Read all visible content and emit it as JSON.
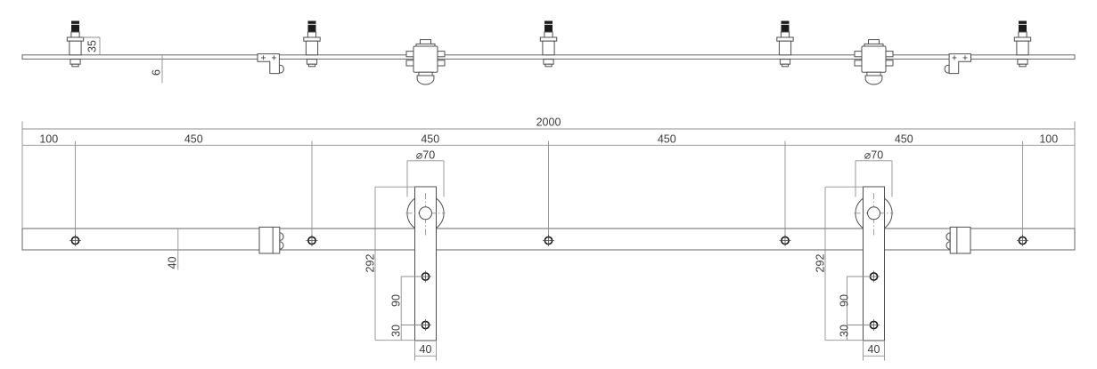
{
  "colors": {
    "background": "#ffffff",
    "outline": "#4f4f4f",
    "rail_outline": "#747474",
    "dimension_line": "#8f8f8f",
    "text": "#3c3c3c",
    "stud_fill": "#1b1b1b"
  },
  "dims": {
    "overall": "2000",
    "segments": [
      "100",
      "450",
      "450",
      "450",
      "450",
      "100"
    ],
    "wheel_diameter": "⌀70",
    "hanger_height": "292",
    "hole_spacing": "90",
    "hole_bottom_offset": "30",
    "strap_width": "40",
    "rail_height": "40",
    "spacer_height": "35",
    "rail_thickness": "6"
  }
}
